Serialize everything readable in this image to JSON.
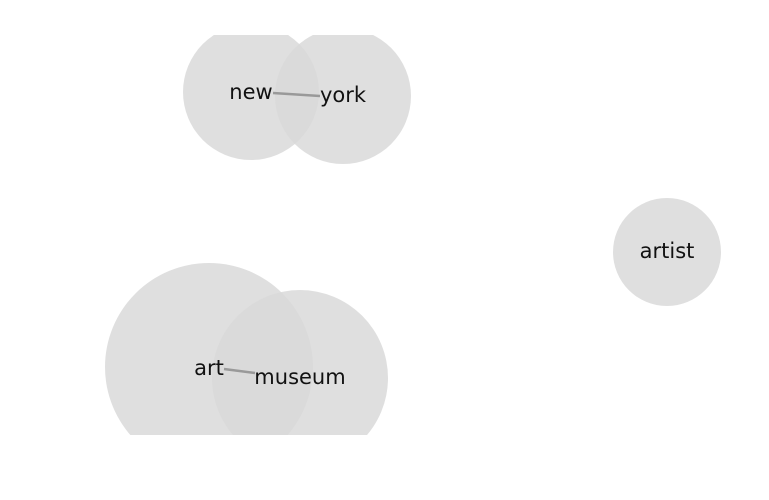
{
  "diagram": {
    "nodes": [
      {
        "id": "new",
        "label": "new"
      },
      {
        "id": "york",
        "label": "york"
      },
      {
        "id": "artist",
        "label": "artist"
      },
      {
        "id": "art",
        "label": "art"
      },
      {
        "id": "museum",
        "label": "museum"
      }
    ],
    "edges": [
      {
        "source": "new",
        "target": "york"
      },
      {
        "source": "art",
        "target": "museum"
      }
    ],
    "colors": {
      "bubble": "#d9d9d9",
      "edge": "#999999",
      "text": "#111111"
    }
  }
}
